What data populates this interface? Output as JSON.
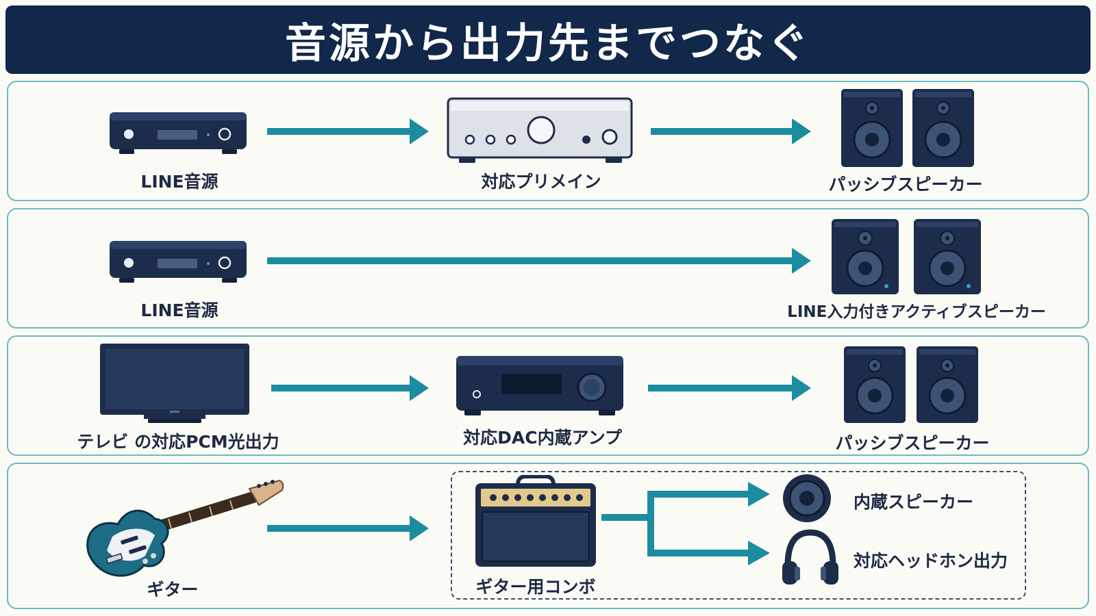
{
  "title": "音源から出力先までつなぐ",
  "rows": [
    {
      "source": "LINE音源",
      "middle": "対応プリメイン",
      "output": "パッシブスピーカー"
    },
    {
      "source": "LINE音源",
      "output": "LINE入力付きアクティブスピーカー"
    },
    {
      "source": "テレビ の対応PCM光出力",
      "middle": "対応DAC内蔵アンプ",
      "output": "パッシブスピーカー"
    },
    {
      "source": "ギター",
      "middle": "ギター用コンボ",
      "output_1": "内蔵スピーカー",
      "output_2": "対応ヘッドホン出力"
    }
  ],
  "colors": {
    "navy": "#12284a",
    "arrow": "#1c8ca0",
    "border": "#6cb8c4"
  }
}
